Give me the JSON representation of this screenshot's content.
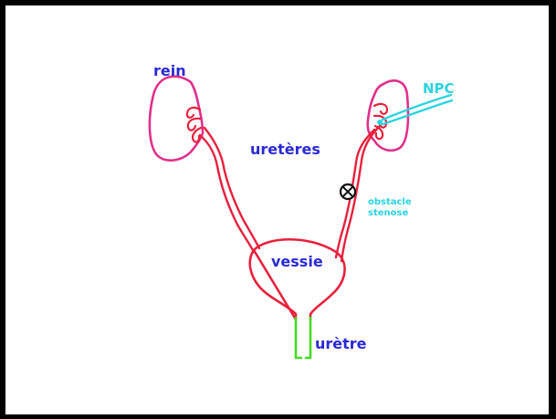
{
  "labels": {
    "kidney": "rein",
    "ureters": "uretères",
    "bladder": "vessie",
    "urethra": "urètre",
    "npc": "NPC",
    "obstacle_line1": "obstacle",
    "obstacle_line2": "stenose"
  },
  "colors": {
    "background": "#ffffff",
    "frame": "#000000",
    "kidney": "#e0308c",
    "urinary_tract": "#e8203c",
    "urethra": "#44dd22",
    "label": "#2a2ad4",
    "npc": "#2ad4e0",
    "obstacle": "#111111"
  },
  "icons": {
    "obstacle": "crossed-circle-icon"
  }
}
